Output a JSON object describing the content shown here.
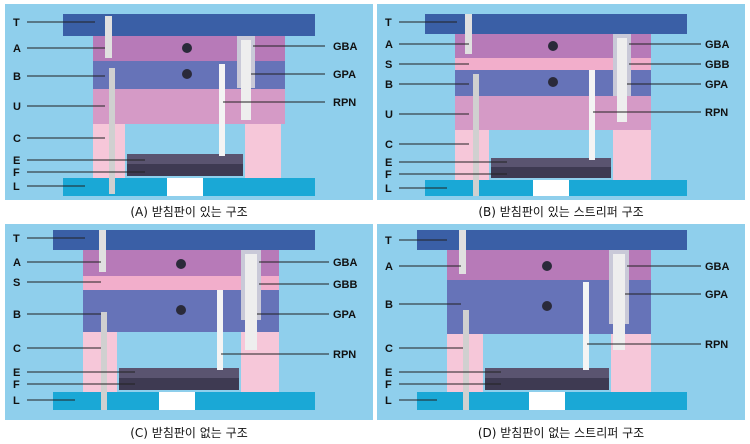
{
  "panels": [
    {
      "caption": "(A) 받침판이 있는 구조",
      "left_labels": [
        "T",
        "A",
        "B",
        "U",
        "C",
        "E",
        "F",
        "L"
      ],
      "right_labels": [
        "GBA",
        "GPA",
        "RPN"
      ]
    },
    {
      "caption": "(B) 받침판이 있는 스트리퍼 구조",
      "left_labels": [
        "T",
        "A",
        "S",
        "B",
        "U",
        "C",
        "E",
        "F",
        "L"
      ],
      "right_labels": [
        "GBA",
        "GBB",
        "GPA",
        "RPN"
      ]
    },
    {
      "caption": "(C) 받침판이 없는 구조",
      "left_labels": [
        "T",
        "A",
        "S",
        "B",
        "C",
        "E",
        "F",
        "L"
      ],
      "right_labels": [
        "GBA",
        "GBB",
        "GPA",
        "RPN"
      ]
    },
    {
      "caption": "(D) 받침판이 없는 스트리퍼 구조",
      "left_labels": [
        "T",
        "A",
        "B",
        "C",
        "E",
        "F",
        "L"
      ],
      "right_labels": [
        "GBA",
        "GPA",
        "RPN"
      ]
    }
  ],
  "colors": {
    "background": "#8fcfec",
    "top_plate": "#3a5fa6",
    "cavity_plate": "#b77ab8",
    "stripper_plate": "#f2aecb",
    "core_plate": "#6673b8",
    "support_plate": "#d59ac6",
    "spacer_block": "#f6c7d9",
    "ejector_plate": "#5a5470",
    "bottom_plate": "#1aa8d6"
  }
}
